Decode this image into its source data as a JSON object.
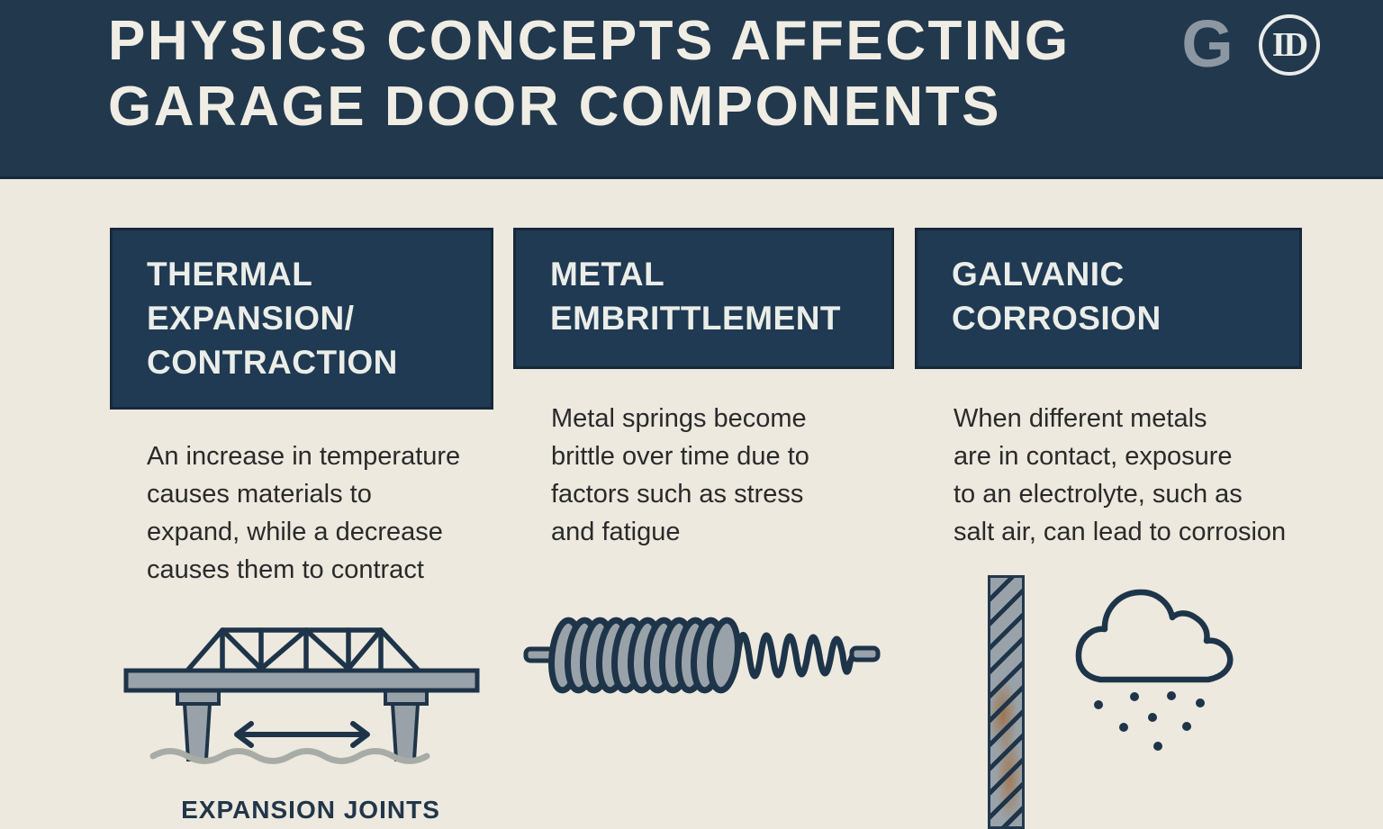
{
  "colors": {
    "header_bg": "#22384D",
    "card_bg": "#1F3A52",
    "card_border": "#17293A",
    "page_bg": "#EDE9DF",
    "title_text": "#F0EDE4",
    "heading_text": "#EBEDE9",
    "body_text": "#2A2A2A",
    "illustration_navy": "#1E3449",
    "illustration_gray": "#9AA2A9",
    "rust": "#9E6E42",
    "logo_gray": "#8C97A2"
  },
  "header": {
    "title_line1": "PHYSICS CONCEPTS AFFECTING",
    "title_line2": "GARAGE DOOR COMPONENTS",
    "logo_g": "G",
    "logo_id": "ID"
  },
  "columns": [
    {
      "heading_lines": [
        "THERMAL",
        "EXPANSION/",
        "CONTRACTION"
      ],
      "body_lines": [
        "An increase in temperature",
        "causes materials to",
        "expand, while a decrease",
        "causes them to contract"
      ],
      "illustration": "truss-bridge-over-water-with-double-arrow",
      "caption": "EXPANSION JOINTS"
    },
    {
      "heading_lines": [
        "METAL",
        "EMBRITTLEMENT"
      ],
      "body_lines": [
        "Metal springs become",
        "brittle over time due to",
        "factors such as stress",
        "and fatigue"
      ],
      "illustration": "coil-spring-partly-stretched"
    },
    {
      "heading_lines": [
        "GALVANIC",
        "CORROSION"
      ],
      "body_lines": [
        "When different metals",
        "are in contact, exposure",
        "to an electrolyte, such as",
        "salt air, can lead to corrosion"
      ],
      "illustration": "corroded-hatched-metal-bar-and-rain-cloud"
    }
  ]
}
